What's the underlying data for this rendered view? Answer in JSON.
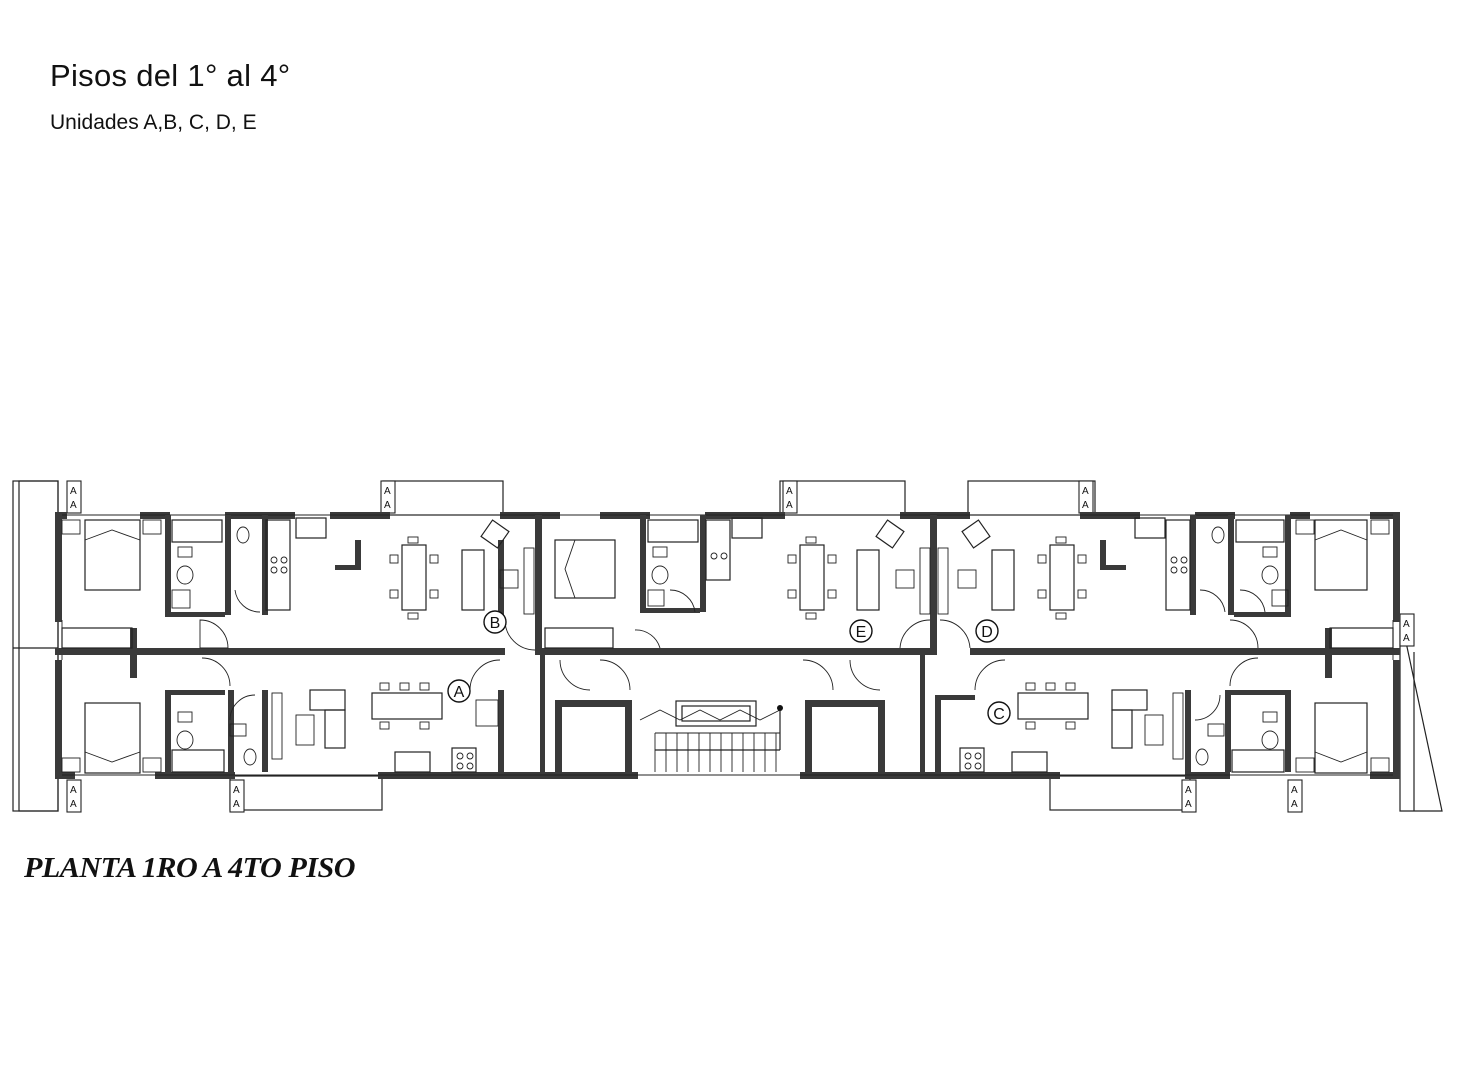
{
  "header": {
    "title": "Pisos del 1° al 4°",
    "subtitle": "Unidades A,B, C, D, E"
  },
  "plan": {
    "caption": "PLANTA 1RO A 4TO PISO",
    "units": [
      "A",
      "B",
      "C",
      "D",
      "E"
    ],
    "section_marker": "A"
  }
}
